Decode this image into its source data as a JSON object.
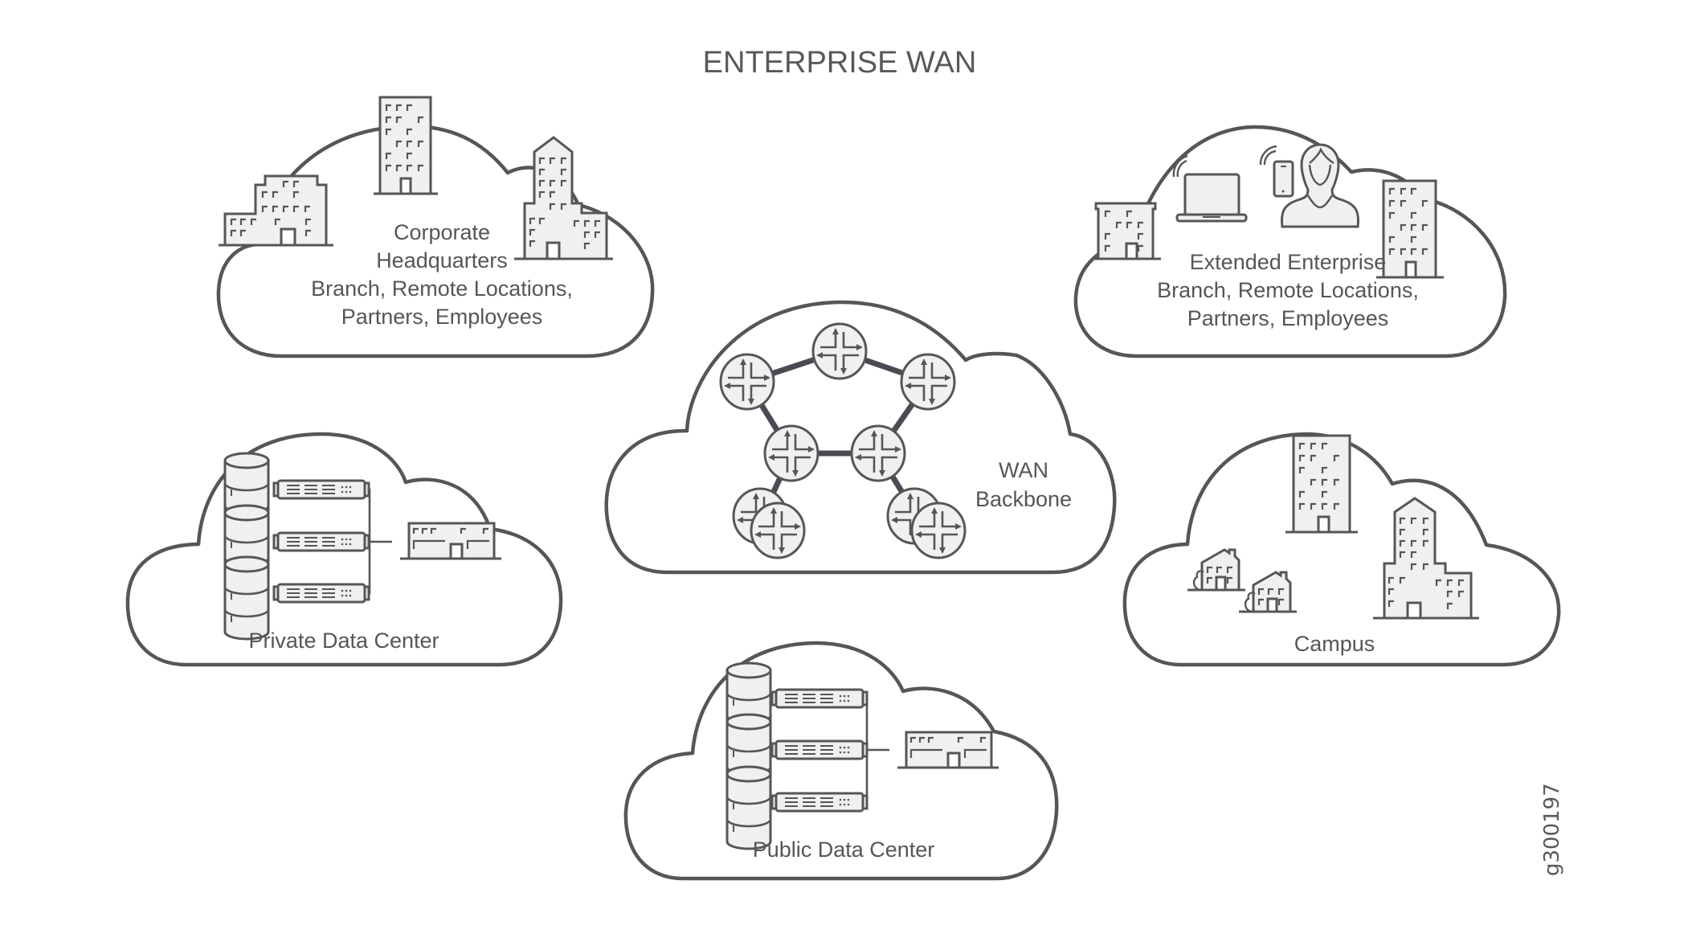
{
  "diagram": {
    "title": "ENTERPRISE WAN",
    "figure_id": "g300197",
    "colors": {
      "stroke": "#555658",
      "fill": "#eff0ef",
      "background": "#ffffff",
      "link": "#4a4b52"
    },
    "clouds": {
      "corporate_hq": {
        "lines": [
          "Corporate",
          "Headquarters",
          "Branch, Remote Locations,",
          "Partners, Employees"
        ],
        "icons": [
          "office-building-icon",
          "office-tower-icon",
          "skyscraper-icon"
        ]
      },
      "extended_enterprise": {
        "lines": [
          "Extended Enterprise",
          "Branch, Remote Locations,",
          "Partners, Employees"
        ],
        "icons": [
          "office-building-icon",
          "laptop-wifi-icon",
          "mobile-phone-wifi-icon",
          "employee-person-icon",
          "office-tower-icon"
        ]
      },
      "wan_backbone": {
        "lines": [
          "WAN",
          "Backbone"
        ],
        "router_count": 9,
        "icons": [
          "router-icon"
        ]
      },
      "private_dc": {
        "lines": [
          "Private Data Center"
        ],
        "icons": [
          "database-icon",
          "server-appliance-icon",
          "data-center-building-icon"
        ]
      },
      "campus": {
        "lines": [
          "Campus"
        ],
        "icons": [
          "office-tower-icon",
          "house-icon",
          "house-icon",
          "skyscraper-icon"
        ]
      },
      "public_dc": {
        "lines": [
          "Public Data Center"
        ],
        "icons": [
          "database-icon",
          "server-appliance-icon",
          "data-center-building-icon"
        ]
      }
    }
  }
}
